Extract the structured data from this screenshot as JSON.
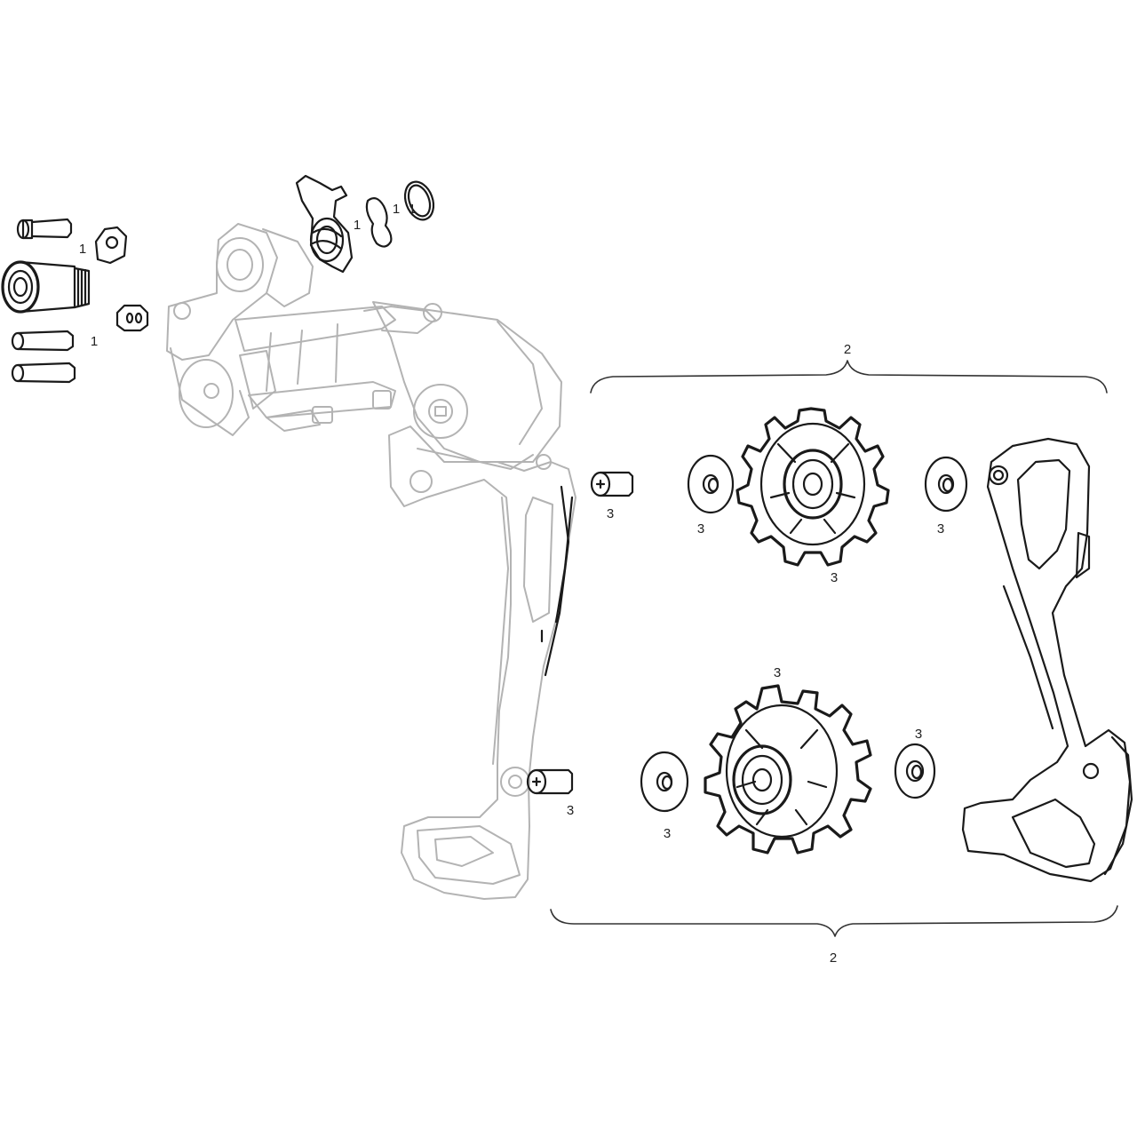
{
  "callouts": {
    "top_bolt_group": "1",
    "cable_anchor_group": "1",
    "b_knuckle_group": "1",
    "hanger_clip_group": "1",
    "o_ring_group": "1",
    "upper_assembly_kit": "2",
    "lower_assembly_kit": "2",
    "upper_pulley_bolt": "3",
    "upper_left_washer": "3",
    "upper_right_washer": "3",
    "upper_pulley_wheel": "3",
    "lower_pulley_wheel": "3",
    "lower_right_washer": "3",
    "lower_pulley_bolt": "3",
    "lower_left_washer": "3"
  },
  "colors": {
    "ghost_outline": "#b3b3b3",
    "part_outline": "#1a1a1a",
    "background": "#ffffff"
  }
}
